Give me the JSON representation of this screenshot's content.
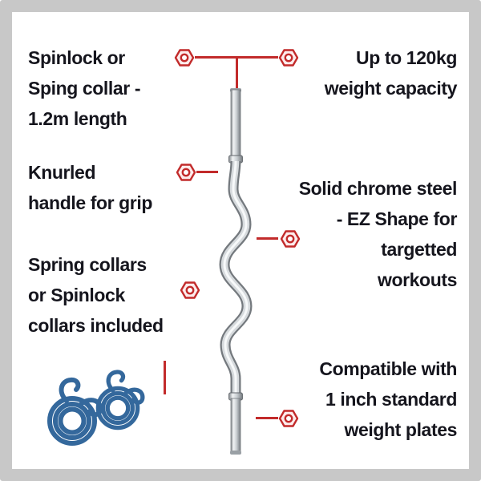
{
  "callouts": {
    "spinlock": "Spinlock or\nSping collar -\n1.2m length",
    "knurled": "Knurled\nhandle for grip",
    "spring_collars": "Spring collars\nor Spinlock\ncollars included",
    "capacity": "Up to 120kg\nweight capacity",
    "chrome_steel": "Solid chrome steel\n- EZ Shape for\ntargetted\nworkouts",
    "plates": "Compatible with\n1 inch standard\nweight plates"
  },
  "colors": {
    "accent_red": "#c22b2b",
    "text_dark": "#15151d",
    "frame_gray": "#c8c8c8",
    "collar_blue": "#34689c"
  },
  "icons": {
    "marker": "hex-nut-marker",
    "product": "ez-curl-bar",
    "accessory": "blue-spring-collars"
  }
}
